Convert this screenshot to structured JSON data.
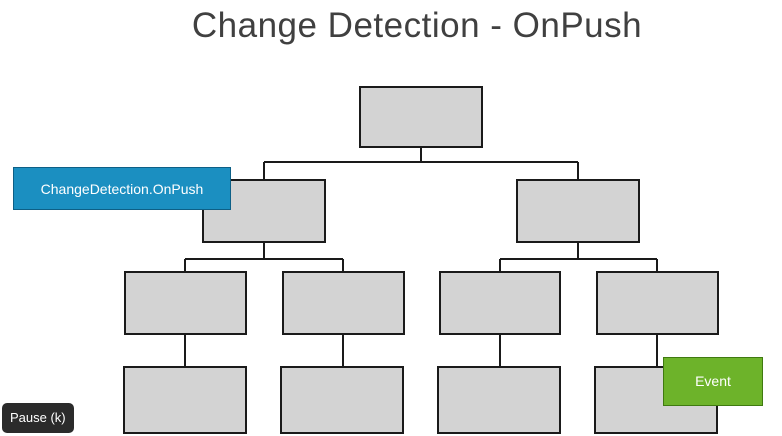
{
  "title": "Change Detection - OnPush",
  "callouts": {
    "change_detection": "ChangeDetection.OnPush",
    "event": "Event"
  },
  "player": {
    "pause_label": "Pause (k)"
  },
  "colors": {
    "node_fill": "#d3d3d3",
    "callout_blue": "#1b8fc1",
    "callout_green": "#6db32a"
  }
}
